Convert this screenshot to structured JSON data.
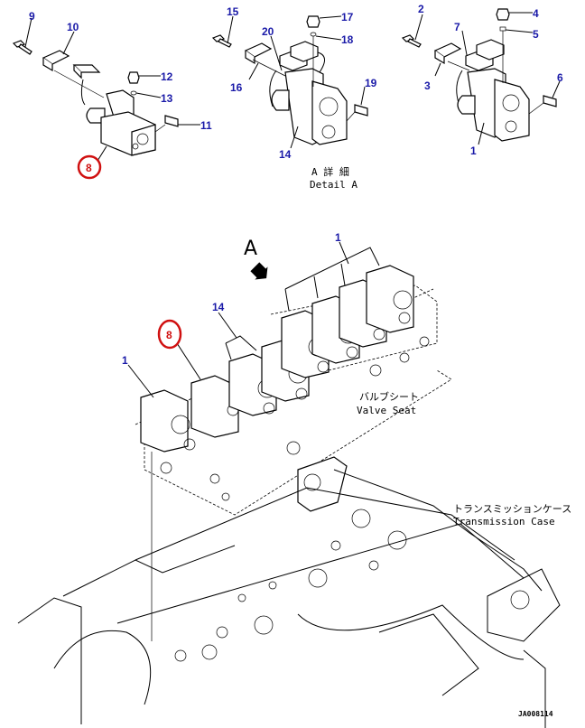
{
  "diagram": {
    "drawing_id": "JA008114",
    "colors": {
      "callout": "#1a1aa8",
      "highlight": "#d01010",
      "line": "#000000"
    },
    "top_left_callouts": [
      "9",
      "10",
      "12",
      "13",
      "11",
      "8"
    ],
    "detail_a_callouts": [
      "15",
      "20",
      "17",
      "18",
      "16",
      "19",
      "14"
    ],
    "top_right_callouts": [
      "2",
      "7",
      "4",
      "5",
      "3",
      "6",
      "1"
    ],
    "main_callouts": {
      "one_right": "1",
      "fourteen": "14",
      "eight": "8",
      "one_left": "1"
    },
    "view_arrow_label": "A",
    "detail_caption_jp": "A 詳 細",
    "detail_caption_en": "Detail A",
    "valve_seat_jp": "バルブシート",
    "valve_seat_en": "Valve Seat",
    "trans_case_jp": "トランスミッションケース",
    "trans_case_en": "Transmission Case"
  }
}
